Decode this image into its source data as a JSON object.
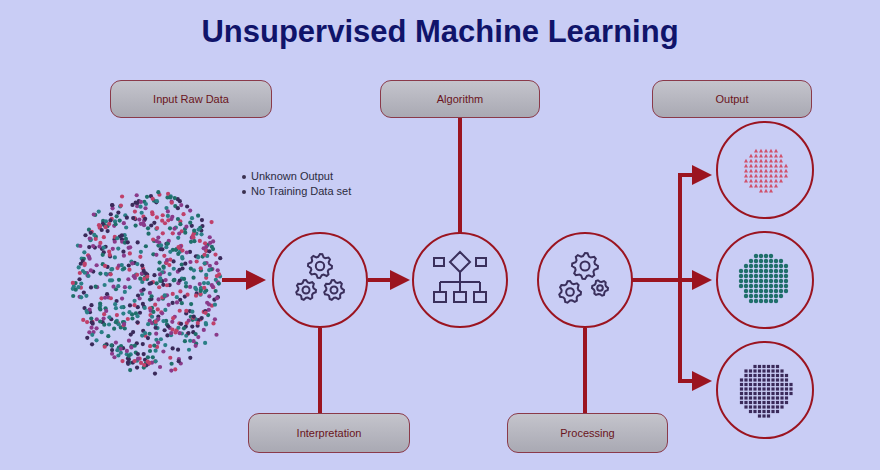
{
  "diagram": {
    "title": "Unsupervised Machine Learning",
    "nodes": [
      {
        "text": [
          "Input Raw Data"
        ]
      },
      {
        "text": [
          "Algorithm"
        ]
      },
      {
        "text": [
          "Output"
        ]
      },
      {
        "text": [
          "Interpretation"
        ]
      },
      {
        "text": [
          "Processing"
        ]
      }
    ],
    "labels": [
      "Unknown Output",
      "No Training Data set"
    ]
  }
}
